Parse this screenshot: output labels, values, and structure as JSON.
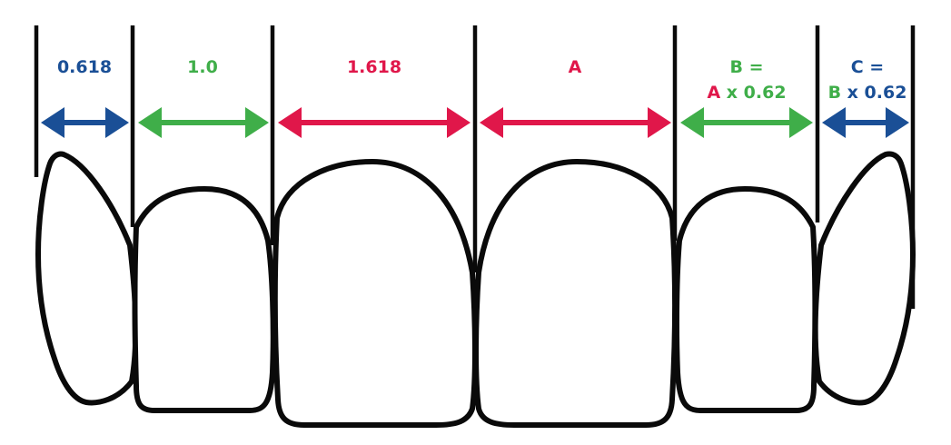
{
  "colors": {
    "blue": "#1a4f96",
    "green": "#3fae49",
    "red": "#e0174a",
    "outline": "#0a0a0a",
    "background": "#ffffff"
  },
  "labels": {
    "left_lateral_small": "0.618",
    "left_lateral": "1.0",
    "left_central": "1.618",
    "right_central": "A",
    "right_lateral_line1": "B =",
    "right_lateral_line2_a": "A",
    "right_lateral_line2_b": "x 0.62",
    "right_canine_line1": "C =",
    "right_canine_line2_a": "B",
    "right_canine_line2_b": "x 0.62"
  },
  "arrows": [
    {
      "name": "arrow-0618",
      "color": "blue"
    },
    {
      "name": "arrow-10",
      "color": "green"
    },
    {
      "name": "arrow-1618",
      "color": "red"
    },
    {
      "name": "arrow-a",
      "color": "red"
    },
    {
      "name": "arrow-b",
      "color": "green"
    },
    {
      "name": "arrow-c",
      "color": "blue"
    }
  ]
}
